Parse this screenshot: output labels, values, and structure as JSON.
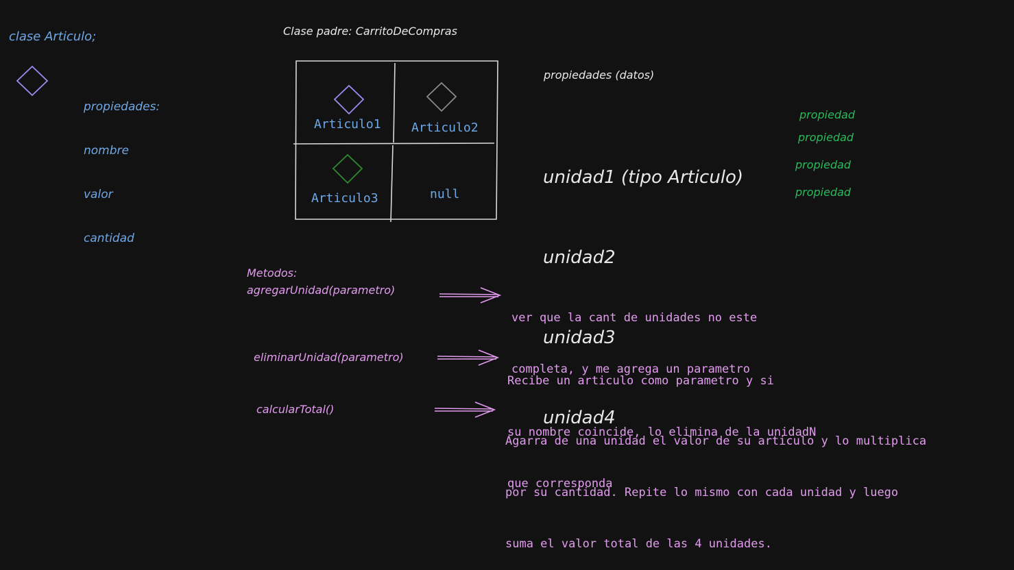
{
  "articulo_class": {
    "title": "clase Articulo;",
    "props_header": "propiedades:",
    "props": [
      "nombre",
      "valor",
      "cantidad"
    ]
  },
  "parent_class": {
    "title": "Clase padre: CarritoDeCompras",
    "cells": [
      "Articulo1",
      "Articulo2",
      "Articulo3",
      "null"
    ]
  },
  "properties": {
    "header": "propiedades (datos)",
    "units": [
      "unidad1 (tipo Articulo)",
      "unidad2",
      "unidad3",
      "unidad4"
    ],
    "tag": "propiedad"
  },
  "methods": {
    "header": "Metodos:",
    "items": [
      {
        "name": "agregarUnidad(parametro)",
        "desc": [
          "ver que la cant de unidades no este",
          "completa, y me agrega un parametro"
        ]
      },
      {
        "name": "eliminarUnidad(parametro)",
        "desc": [
          "Recibe un articulo como parametro y si",
          "su nombre coincide, lo elimina de la unidadN",
          "que corresponda"
        ]
      },
      {
        "name": "calcularTotal()",
        "desc": [
          "Agarra de una unidad el valor de su articulo y lo multiplica",
          "por su cantidad. Repite lo mismo con cada unidad y luego",
          "suma el valor total de las 4 unidades."
        ]
      }
    ]
  },
  "colors": {
    "background": "#121212",
    "blue_text": "#6fa8e6",
    "pink_text": "#e39bf0",
    "green_text": "#2eb85c",
    "purple_shape": "#9b8cf0",
    "gray_shape": "#8a8a8a",
    "green_shape": "#2f8a2f"
  }
}
